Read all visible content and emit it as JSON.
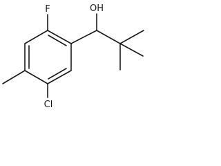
{
  "structure": {
    "atoms": {
      "fluorine": "F",
      "hydroxyl": "OH",
      "chlorine": "Cl"
    }
  },
  "colors": {
    "bond": "#1a1a1a",
    "label": "#1a1a1a",
    "background": "#ffffff"
  }
}
